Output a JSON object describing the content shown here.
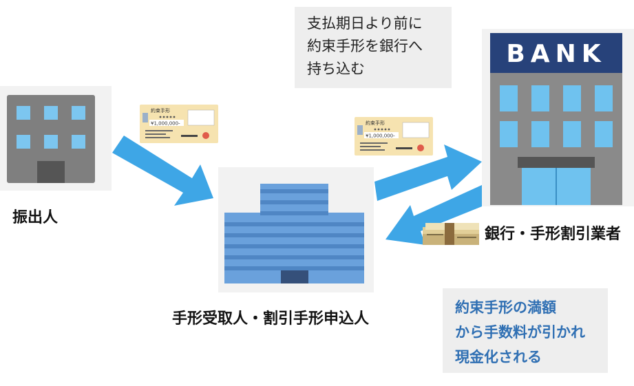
{
  "note_top": {
    "lines": [
      "支払期日より前に",
      "約束手形を銀行へ",
      "持ち込む"
    ]
  },
  "note_bottom": {
    "lines": [
      "約束手形の満額",
      "から手数料が引かれ",
      "現金化される"
    ]
  },
  "labels": {
    "drawer": "振出人",
    "payee": "手形受取人・割引手形申込人",
    "bank": "銀行・手形割引業者"
  },
  "bank_sign": "BANK",
  "note_card": {
    "title": "約束手形",
    "amount": "¥1,000,000-"
  },
  "colors": {
    "arrow": "#3ea6e6",
    "note_text_blue": "#2f6fb3",
    "bank_sign_bg": "#27427a",
    "building_gray": "#7f7f7f",
    "payee_building": "#6aa1dc"
  }
}
